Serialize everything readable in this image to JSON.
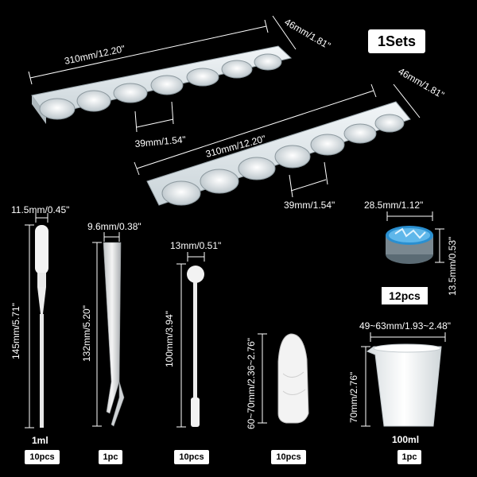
{
  "title_badge": "1Sets",
  "mold1": {
    "length": "310mm/12.20\"",
    "width": "46mm/1.81\"",
    "cavity": "39mm/1.54\""
  },
  "mold2": {
    "length": "310mm/12.20\"",
    "width": "46mm/1.81\"",
    "cavity": "39mm/1.54\""
  },
  "dropper": {
    "width": "11.5mm/0.45\"",
    "height": "145mm/5.71\"",
    "capacity": "1ml",
    "qty": "10pcs"
  },
  "tweezers": {
    "width": "9.6mm/0.38\"",
    "height": "132mm/5.20\"",
    "qty": "1pc"
  },
  "spoon": {
    "width": "13mm/0.51\"",
    "height": "100mm/3.94\"",
    "qty": "10pcs"
  },
  "finger_cot": {
    "height": "60~70mm/2.36~2.76\"",
    "qty": "10pcs"
  },
  "foil_jar": {
    "width": "28.5mm/1.12\"",
    "height": "13.5mm/0.53\"",
    "qty": "12pcs"
  },
  "cup": {
    "width": "49~63mm/1.93~2.48\"",
    "height": "70mm/2.76\"",
    "capacity": "100ml",
    "qty": "1pc"
  },
  "colors": {
    "background": "#000000",
    "foil": "#2a8fd0",
    "silicone": "#e6edf0"
  }
}
